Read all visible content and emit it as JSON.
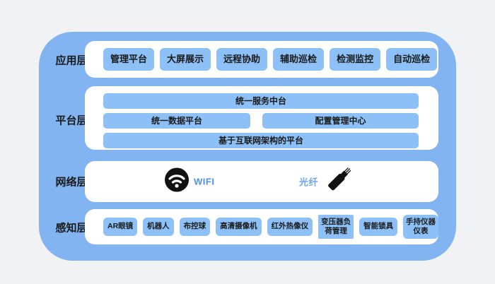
{
  "app_layer": {
    "label": "应用层",
    "items": [
      "管理平台",
      "大屏展示",
      "远程协助",
      "辅助巡检",
      "检测监控",
      "自动巡检"
    ]
  },
  "platform_layer": {
    "label": "平台层",
    "row1": "统一服务中台",
    "row2_left": "统一数据平台",
    "row2_right": "配置管理中心",
    "row3": "基于互联网架构的平台"
  },
  "network_layer": {
    "label": "网络层",
    "wifi_label": "WIFI",
    "fiber_label": "光纤",
    "icons": [
      "wifi-icon",
      "optical-fiber-icon"
    ]
  },
  "perception_layer": {
    "label": "感知层",
    "items": [
      "AR眼镜",
      "机器人",
      "布控球",
      "高清摄像机",
      "红外热像仪",
      "变压器负荷管理",
      "智能锁具",
      "手持仪器仪表"
    ]
  },
  "colors": {
    "background": "#f1f2f3",
    "panel_blue": "#81b4f0",
    "item_blue": "#8dc0f6",
    "container_white": "#ffffff",
    "text_dark": "#1a1a1a",
    "wifi_text_blue": "#4d94e8",
    "fiber_text_blue": "#6fa5ee",
    "icon_black": "#111111"
  }
}
